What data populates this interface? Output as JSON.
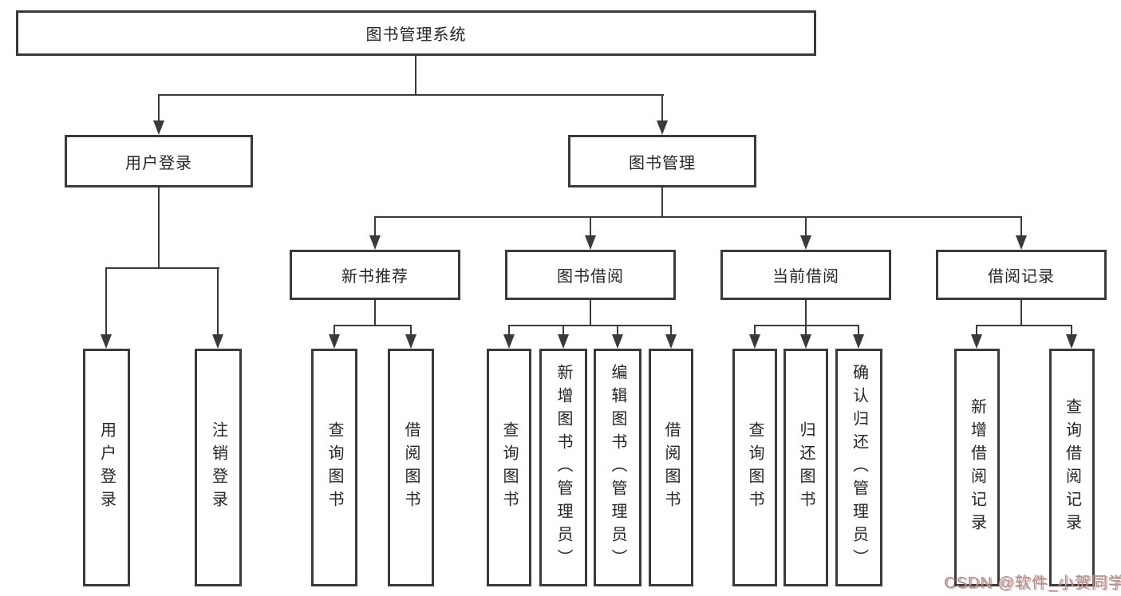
{
  "nodes": {
    "root": "图书管理系统",
    "user_login": "用户登录",
    "book_mgmt": "图书管理",
    "new_book_rec": "新书推荐",
    "book_borrow": "图书借阅",
    "current_borrow": "当前借阅",
    "borrow_records": "借阅记录",
    "ul_login": "用户登录",
    "ul_logout": "注销登录",
    "nb_query": "查询图书",
    "nb_borrow": "借阅图书",
    "bb_query": "查询图书",
    "bb_add": "新增图书（管理员）",
    "bb_edit": "编辑图书（管理员）",
    "bb_borrow": "借阅图书",
    "cb_query": "查询图书",
    "cb_return": "归还图书",
    "cb_confirm": "确认归还（管理员）",
    "br_add": "新增借阅记录",
    "br_query": "查询借阅记录"
  },
  "watermark": {
    "text": "CSDN @软件_小贺同学"
  },
  "colors": {
    "line": "#3a3a3a",
    "text": "#262626",
    "box_bg": "#ffffff",
    "background": "#ffffff",
    "watermark_gray": "#9c9c9c",
    "watermark_shadow": "#e84c3d"
  }
}
